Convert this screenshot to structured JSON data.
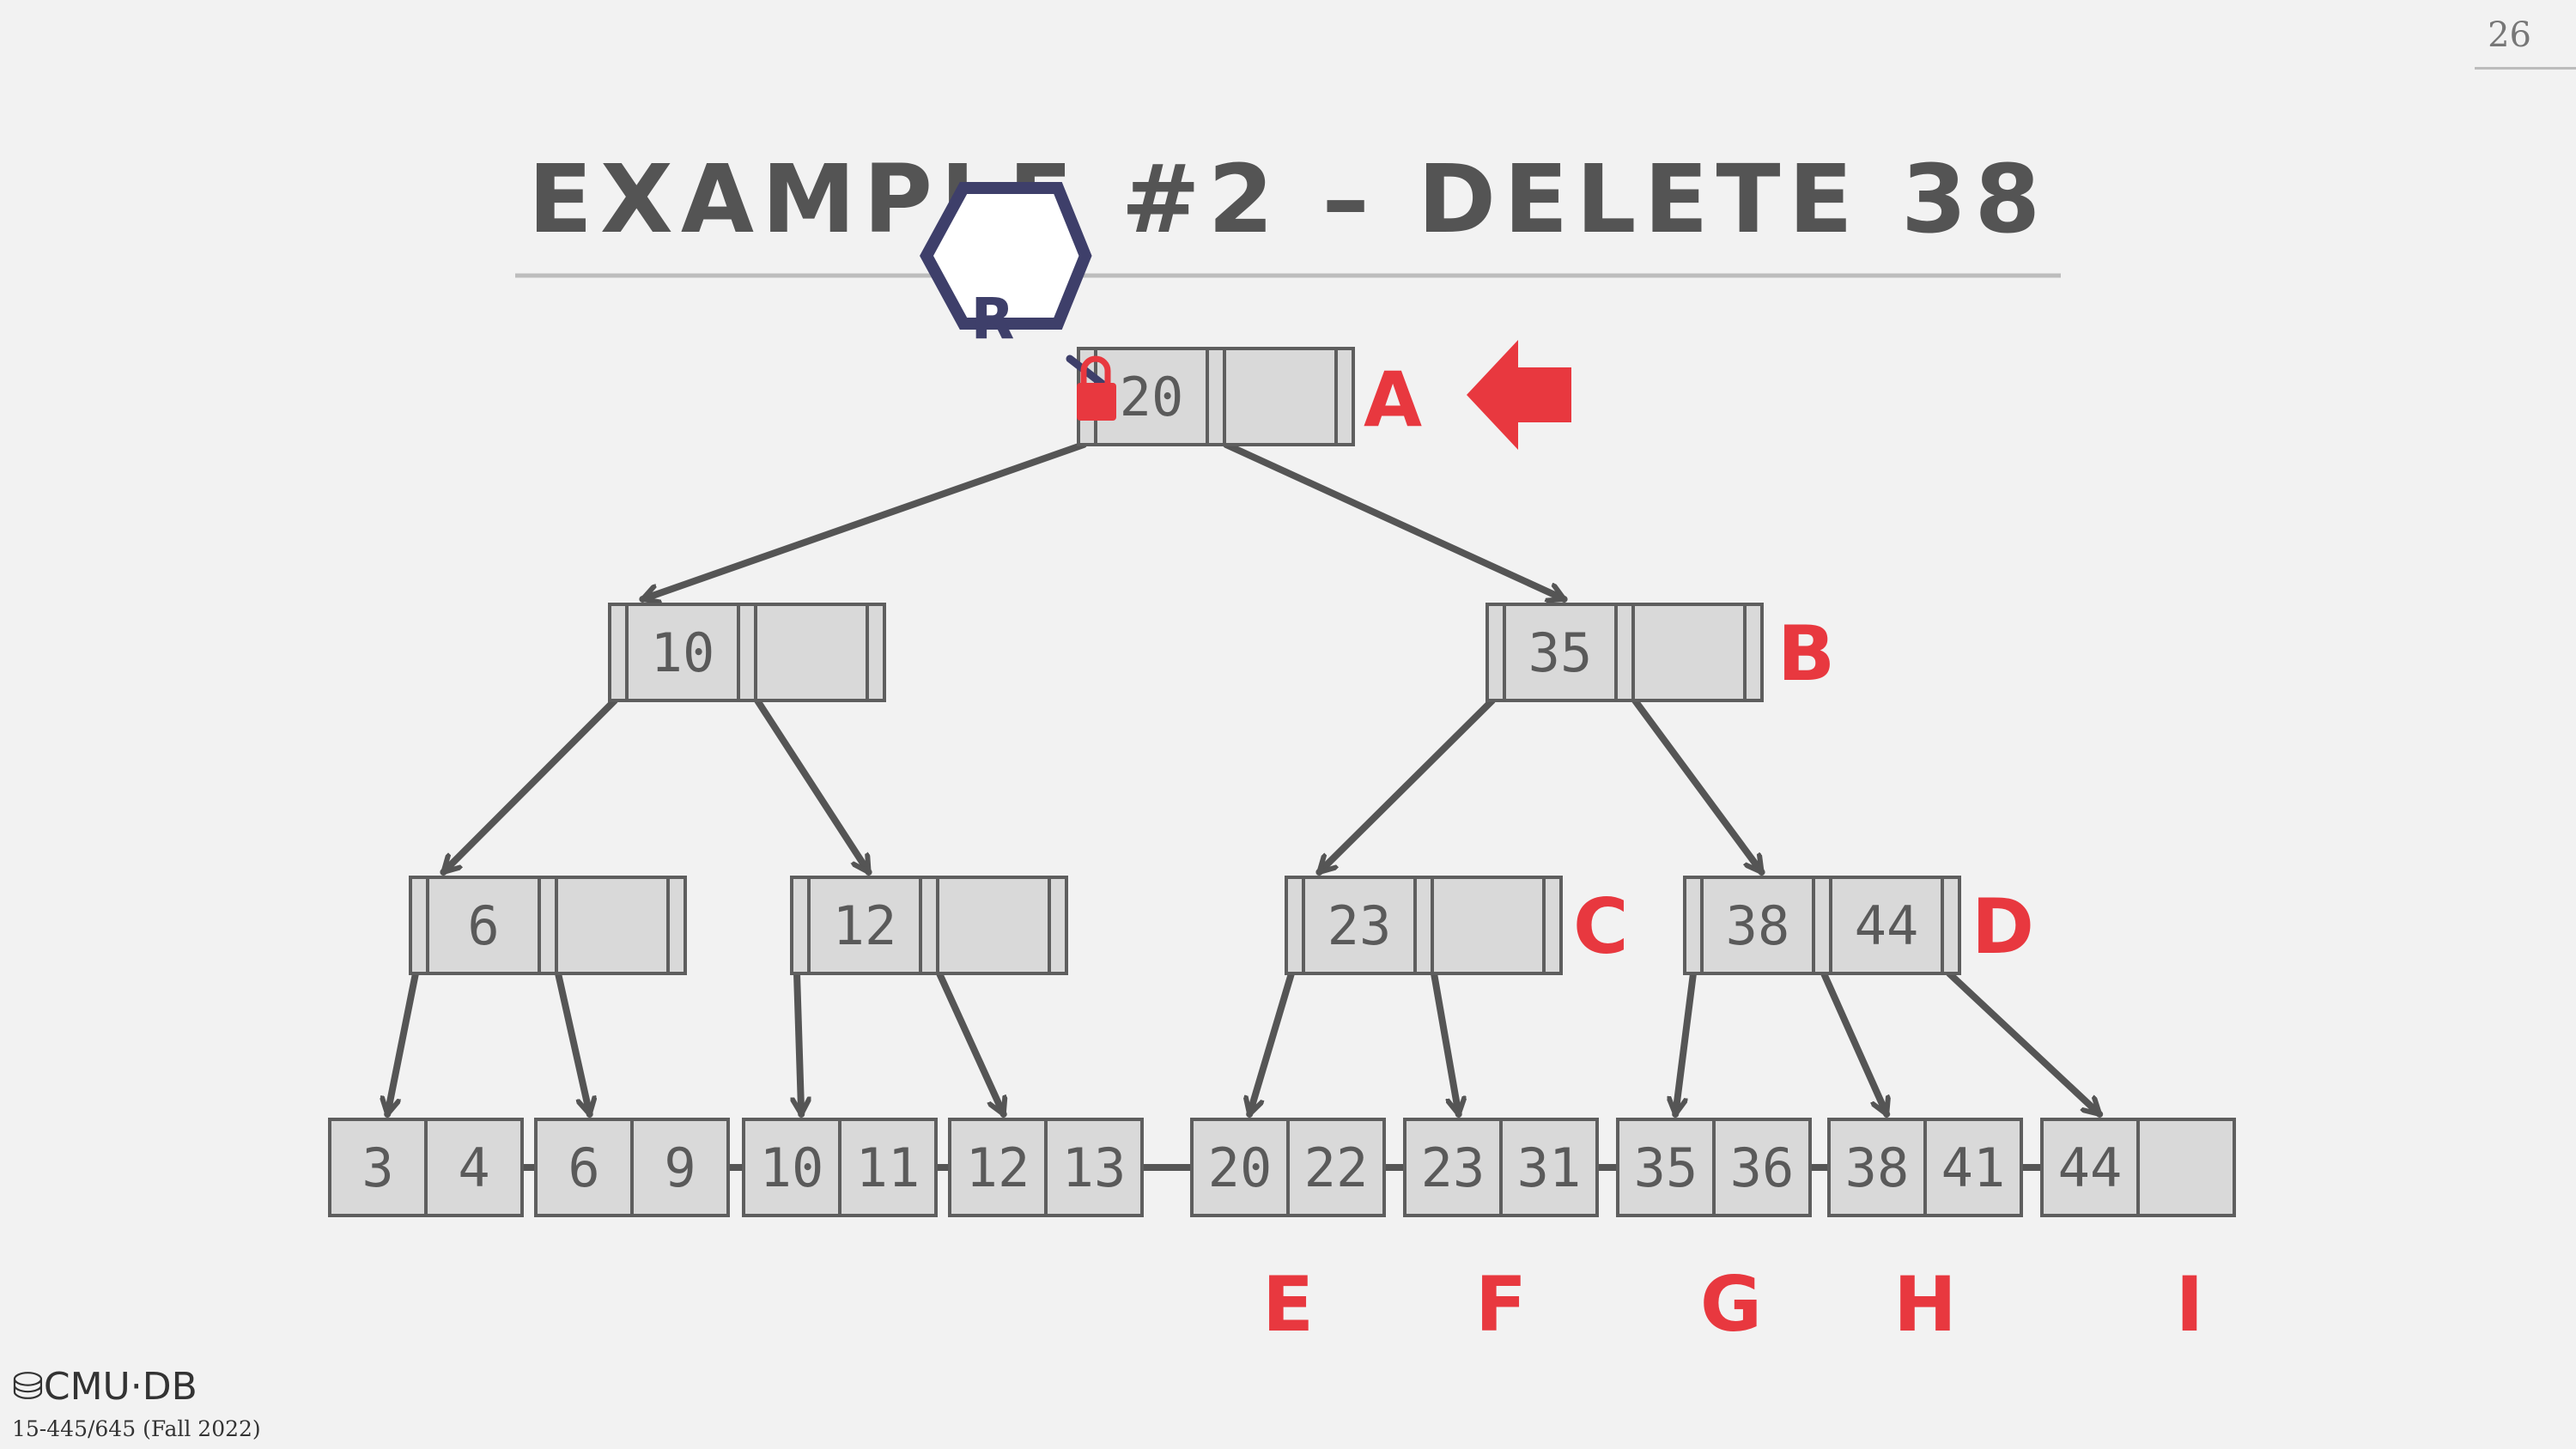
{
  "slide": {
    "page_number": "26",
    "title": "EXAMPLE #2 – DELETE 38",
    "footer_logo": "CMU·DB",
    "footer_course": "15-445/645 (Fall 2022)"
  },
  "latch": {
    "label": "R",
    "held_on": "A"
  },
  "tree": {
    "inner_nodes": [
      {
        "id": "A",
        "level": 0,
        "keys": [
          "20",
          ""
        ],
        "label": "A",
        "children": [
          "n10",
          "B"
        ]
      },
      {
        "id": "n10",
        "level": 1,
        "keys": [
          "10",
          ""
        ],
        "label": "",
        "children": [
          "n6",
          "n12"
        ]
      },
      {
        "id": "B",
        "level": 1,
        "keys": [
          "35",
          ""
        ],
        "label": "B",
        "children": [
          "C",
          "D"
        ]
      },
      {
        "id": "n6",
        "level": 2,
        "keys": [
          "6",
          ""
        ],
        "label": "",
        "children": [
          "L1",
          "L2"
        ]
      },
      {
        "id": "n12",
        "level": 2,
        "keys": [
          "12",
          ""
        ],
        "label": "",
        "children": [
          "L3",
          "L4"
        ]
      },
      {
        "id": "C",
        "level": 2,
        "keys": [
          "23",
          ""
        ],
        "label": "C",
        "children": [
          "E",
          "F"
        ]
      },
      {
        "id": "D",
        "level": 2,
        "keys": [
          "38",
          "44"
        ],
        "label": "D",
        "children": [
          "G",
          "H",
          "I"
        ]
      }
    ],
    "leaves": [
      {
        "id": "L1",
        "keys": [
          "3",
          "4"
        ],
        "label": ""
      },
      {
        "id": "L2",
        "keys": [
          "6",
          "9"
        ],
        "label": ""
      },
      {
        "id": "L3",
        "keys": [
          "10",
          "11"
        ],
        "label": ""
      },
      {
        "id": "L4",
        "keys": [
          "12",
          "13"
        ],
        "label": ""
      },
      {
        "id": "E",
        "keys": [
          "20",
          "22"
        ],
        "label": "E"
      },
      {
        "id": "F",
        "keys": [
          "23",
          "31"
        ],
        "label": "F"
      },
      {
        "id": "G",
        "keys": [
          "35",
          "36"
        ],
        "label": "G"
      },
      {
        "id": "H",
        "keys": [
          "38",
          "41"
        ],
        "label": "H"
      },
      {
        "id": "I",
        "keys": [
          "44",
          ""
        ],
        "label": "I"
      }
    ]
  },
  "colors": {
    "node_fill": "#d9d9d9",
    "node_stroke": "#5e5e5e",
    "edge": "#555555",
    "label": "#e8383f",
    "latch": "#3e3f6a"
  },
  "icons": [
    "lock-icon",
    "arrow-left-icon",
    "database-icon"
  ]
}
